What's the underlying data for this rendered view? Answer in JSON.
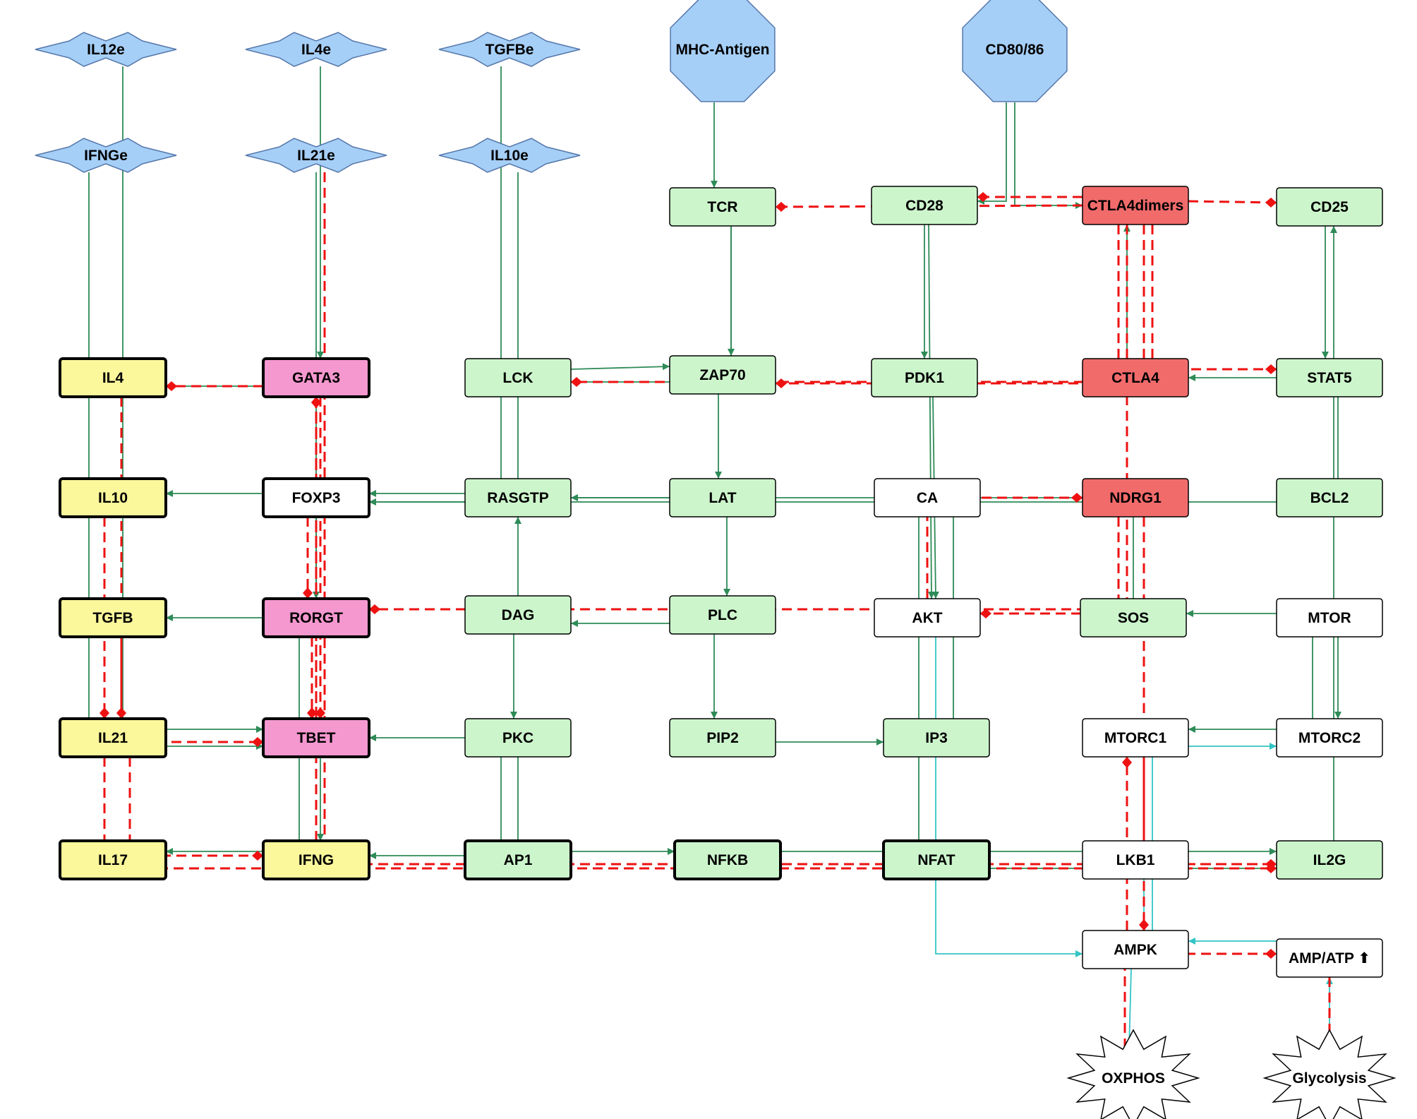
{
  "colors": {
    "blue": "#a6cff7",
    "green": "#ccf5cc",
    "yellow": "#fbf79b",
    "pink": "#f598cf",
    "red": "#f26b6b",
    "white": "#ffffff",
    "activation": "#2e8b57",
    "activation_dark": "#1a7a1a",
    "inhibition": "#ee1111",
    "metabolic": "#33c4c4"
  },
  "nodes": [
    {
      "id": "IL12e",
      "label": "IL12e",
      "shape": "star4",
      "fill": "blue"
    },
    {
      "id": "IL4e",
      "label": "IL4e",
      "shape": "star4",
      "fill": "blue"
    },
    {
      "id": "TGFBe",
      "label": "TGFBe",
      "shape": "star4",
      "fill": "blue"
    },
    {
      "id": "IFNGe",
      "label": "IFNGe",
      "shape": "star4",
      "fill": "blue"
    },
    {
      "id": "IL21e",
      "label": "IL21e",
      "shape": "star4",
      "fill": "blue"
    },
    {
      "id": "IL10e",
      "label": "IL10e",
      "shape": "star4",
      "fill": "blue"
    },
    {
      "id": "MHCAntigen",
      "label": "MHC-Antigen",
      "shape": "octagon",
      "fill": "blue"
    },
    {
      "id": "CD8086",
      "label": "CD80/86",
      "shape": "octagon",
      "fill": "blue"
    },
    {
      "id": "TCR",
      "label": "TCR",
      "shape": "rect",
      "fill": "green"
    },
    {
      "id": "CD28",
      "label": "CD28",
      "shape": "rect",
      "fill": "green"
    },
    {
      "id": "CTLA4dimers",
      "label": "CTLA4dimers",
      "shape": "rect",
      "fill": "red"
    },
    {
      "id": "CD25",
      "label": "CD25",
      "shape": "rect",
      "fill": "green"
    },
    {
      "id": "IL4",
      "label": "IL4",
      "shape": "rect",
      "fill": "yellow",
      "bold": true
    },
    {
      "id": "GATA3",
      "label": "GATA3",
      "shape": "rect",
      "fill": "pink",
      "bold": true
    },
    {
      "id": "LCK",
      "label": "LCK",
      "shape": "rect",
      "fill": "green"
    },
    {
      "id": "ZAP70",
      "label": "ZAP70",
      "shape": "rect",
      "fill": "green"
    },
    {
      "id": "PDK1",
      "label": "PDK1",
      "shape": "rect",
      "fill": "green"
    },
    {
      "id": "CTLA4",
      "label": "CTLA4",
      "shape": "rect",
      "fill": "red"
    },
    {
      "id": "STAT5",
      "label": "STAT5",
      "shape": "rect",
      "fill": "green"
    },
    {
      "id": "IL10",
      "label": "IL10",
      "shape": "rect",
      "fill": "yellow",
      "bold": true
    },
    {
      "id": "FOXP3",
      "label": "FOXP3",
      "shape": "rect",
      "fill": "white",
      "bold": true
    },
    {
      "id": "RASGTP",
      "label": "RASGTP",
      "shape": "rect",
      "fill": "green"
    },
    {
      "id": "LAT",
      "label": "LAT",
      "shape": "rect",
      "fill": "green"
    },
    {
      "id": "CA",
      "label": "CA",
      "shape": "rect",
      "fill": "white"
    },
    {
      "id": "NDRG1",
      "label": "NDRG1",
      "shape": "rect",
      "fill": "red"
    },
    {
      "id": "BCL2",
      "label": "BCL2",
      "shape": "rect",
      "fill": "green"
    },
    {
      "id": "TGFB",
      "label": "TGFB",
      "shape": "rect",
      "fill": "yellow",
      "bold": true
    },
    {
      "id": "RORGT",
      "label": "RORGT",
      "shape": "rect",
      "fill": "pink",
      "bold": true
    },
    {
      "id": "DAG",
      "label": "DAG",
      "shape": "rect",
      "fill": "green"
    },
    {
      "id": "PLC",
      "label": "PLC",
      "shape": "rect",
      "fill": "green"
    },
    {
      "id": "AKT",
      "label": "AKT",
      "shape": "rect",
      "fill": "white"
    },
    {
      "id": "SOS",
      "label": "SOS",
      "shape": "rect",
      "fill": "green"
    },
    {
      "id": "MTOR",
      "label": "MTOR",
      "shape": "rect",
      "fill": "white"
    },
    {
      "id": "IL21",
      "label": "IL21",
      "shape": "rect",
      "fill": "yellow",
      "bold": true
    },
    {
      "id": "TBET",
      "label": "TBET",
      "shape": "rect",
      "fill": "pink",
      "bold": true
    },
    {
      "id": "PKC",
      "label": "PKC",
      "shape": "rect",
      "fill": "green"
    },
    {
      "id": "PIP2",
      "label": "PIP2",
      "shape": "rect",
      "fill": "green"
    },
    {
      "id": "IP3",
      "label": "IP3",
      "shape": "rect",
      "fill": "green"
    },
    {
      "id": "MTORC1",
      "label": "MTORC1",
      "shape": "rect",
      "fill": "white"
    },
    {
      "id": "MTORC2",
      "label": "MTORC2",
      "shape": "rect",
      "fill": "white"
    },
    {
      "id": "IL17",
      "label": "IL17",
      "shape": "rect",
      "fill": "yellow",
      "bold": true
    },
    {
      "id": "IFNG",
      "label": "IFNG",
      "shape": "rect",
      "fill": "yellow",
      "bold": true
    },
    {
      "id": "AP1",
      "label": "AP1",
      "shape": "rect",
      "fill": "green",
      "bold": true
    },
    {
      "id": "NFKB",
      "label": "NFKB",
      "shape": "rect",
      "fill": "green",
      "bold": true
    },
    {
      "id": "NFAT",
      "label": "NFAT",
      "shape": "rect",
      "fill": "green",
      "bold": true
    },
    {
      "id": "LKB1",
      "label": "LKB1",
      "shape": "rect",
      "fill": "white"
    },
    {
      "id": "IL2G",
      "label": "IL2G",
      "shape": "rect",
      "fill": "green"
    },
    {
      "id": "AMPK",
      "label": "AMPK",
      "shape": "rect",
      "fill": "white"
    },
    {
      "id": "AMPATP",
      "label": "AMP/ATP ⬆",
      "shape": "rect",
      "fill": "white"
    },
    {
      "id": "OXPHOS",
      "label": "OXPHOS",
      "shape": "burst",
      "fill": "white"
    },
    {
      "id": "Glycolysis",
      "label": "Glycolysis",
      "shape": "burst",
      "fill": "white"
    }
  ],
  "edges": [
    {
      "from": "MHCAntigen",
      "to": "TCR",
      "type": "act"
    },
    {
      "from": "CD8086",
      "to": "CD28",
      "type": "act"
    },
    {
      "from": "CD8086",
      "to": "CTLA4dimers",
      "type": "act"
    },
    {
      "from": "TCR",
      "to": "LCK",
      "type": "act"
    },
    {
      "from": "TCR",
      "to": "ZAP70",
      "type": "act"
    },
    {
      "from": "LCK",
      "to": "ZAP70",
      "type": "act"
    },
    {
      "from": "ZAP70",
      "to": "LAT",
      "type": "act"
    },
    {
      "from": "LAT",
      "to": "RASGTP",
      "type": "act"
    },
    {
      "from": "LAT",
      "to": "PLC",
      "type": "act"
    },
    {
      "from": "PLC",
      "to": "DAG",
      "type": "act"
    },
    {
      "from": "PLC",
      "to": "PIP2",
      "type": "act"
    },
    {
      "from": "DAG",
      "to": "PKC",
      "type": "act"
    },
    {
      "from": "DAG",
      "to": "RASGTP",
      "type": "act"
    },
    {
      "from": "PIP2",
      "to": "IP3",
      "type": "act"
    },
    {
      "from": "IP3",
      "to": "CA",
      "type": "act"
    },
    {
      "from": "PKC",
      "to": "NFKB",
      "type": "act"
    },
    {
      "from": "CA",
      "to": "NFAT",
      "type": "act"
    },
    {
      "from": "CD28",
      "to": "PDK1",
      "type": "act"
    },
    {
      "from": "CD28",
      "to": "AKT",
      "type": "act"
    },
    {
      "from": "PDK1",
      "to": "AKT",
      "type": "act"
    },
    {
      "from": "CTLA4",
      "to": "CTLA4dimers",
      "type": "act"
    },
    {
      "from": "CD25",
      "to": "STAT5",
      "type": "act"
    },
    {
      "from": "STAT5",
      "to": "CTLA4",
      "type": "act"
    },
    {
      "from": "STAT5",
      "to": "FOXP3",
      "type": "act"
    },
    {
      "from": "MTOR",
      "to": "MTORC2",
      "type": "act"
    },
    {
      "from": "MTOR",
      "to": "MTORC1",
      "type": "act"
    },
    {
      "from": "MTOR",
      "to": "SOS",
      "type": "act"
    },
    {
      "from": "SOS",
      "to": "RASGTP",
      "type": "act"
    },
    {
      "from": "IL2G",
      "to": "CD25",
      "type": "act"
    },
    {
      "from": "NFAT",
      "to": "IL2G",
      "type": "act"
    },
    {
      "from": "NFKB",
      "to": "IL2G",
      "type": "act"
    },
    {
      "from": "AP1",
      "to": "IFNG",
      "type": "act"
    },
    {
      "from": "AP1",
      "to": "TBET",
      "type": "act"
    },
    {
      "from": "TBET",
      "to": "IFNG",
      "type": "act"
    },
    {
      "from": "GATA3",
      "to": "IL4",
      "type": "act"
    },
    {
      "from": "RORGT",
      "to": "IL17",
      "type": "act"
    },
    {
      "from": "FOXP3",
      "to": "IL10",
      "type": "act"
    },
    {
      "from": "FOXP3",
      "to": "TGFB",
      "type": "act"
    },
    {
      "from": "IL4e",
      "to": "GATA3",
      "type": "act"
    },
    {
      "from": "IL12e",
      "to": "TBET",
      "type": "act"
    },
    {
      "from": "IFNGe",
      "to": "TBET",
      "type": "act"
    },
    {
      "from": "TGFBe",
      "to": "FOXP3",
      "type": "act"
    },
    {
      "from": "IL21e",
      "to": "RORGT",
      "type": "act"
    },
    {
      "from": "IL10e",
      "to": "FOXP3",
      "type": "act"
    },
    {
      "from": "LKB1",
      "to": "AMPK",
      "type": "met"
    },
    {
      "from": "AMPATP",
      "to": "AMPK",
      "type": "met"
    },
    {
      "from": "AMPK",
      "to": "OXPHOS",
      "type": "met"
    },
    {
      "from": "Glycolysis",
      "to": "AMPATP",
      "type": "met"
    },
    {
      "from": "AKT",
      "to": "AMPK",
      "type": "met"
    },
    {
      "from": "AMPK",
      "to": "MTORC2",
      "type": "met"
    },
    {
      "from": "CTLA4dimers",
      "to": "CD28",
      "type": "inh"
    },
    {
      "from": "CTLA4dimers",
      "to": "CD25",
      "type": "inh"
    },
    {
      "from": "CTLA4dimers",
      "to": "TCR",
      "type": "inh"
    },
    {
      "from": "CTLA4dimers",
      "to": "LCK",
      "type": "inh"
    },
    {
      "from": "CTLA4dimers",
      "to": "ZAP70",
      "type": "inh"
    },
    {
      "from": "CTLA4dimers",
      "to": "STAT5",
      "type": "inh"
    },
    {
      "from": "CTLA4dimers",
      "to": "AKT",
      "type": "inh"
    },
    {
      "from": "AKT",
      "to": "NDRG1",
      "type": "inh"
    },
    {
      "from": "NDRG1",
      "to": "IL2G",
      "type": "inh"
    },
    {
      "from": "MTORC1",
      "to": "AMPK",
      "type": "inh"
    },
    {
      "from": "AMPK",
      "to": "MTORC1",
      "type": "inh"
    },
    {
      "from": "OXPHOS",
      "to": "AMPATP",
      "type": "inh"
    },
    {
      "from": "AMPATP",
      "to": "Glycolysis",
      "type": "inh"
    },
    {
      "from": "IL21e",
      "to": "IL2G",
      "type": "inh"
    },
    {
      "from": "IL21",
      "to": "IL2G",
      "type": "inh"
    },
    {
      "from": "FOXP3",
      "to": "RORGT",
      "type": "inh"
    },
    {
      "from": "RORGT",
      "to": "TBET",
      "type": "inh"
    },
    {
      "from": "TBET",
      "to": "GATA3",
      "type": "inh"
    },
    {
      "from": "GATA3",
      "to": "TBET",
      "type": "inh"
    },
    {
      "from": "IL4",
      "to": "IL21",
      "type": "inh"
    },
    {
      "from": "IL10",
      "to": "IL21",
      "type": "inh"
    },
    {
      "from": "IL21",
      "to": "IFNG",
      "type": "inh"
    },
    {
      "from": "IFNG",
      "to": "GATA3",
      "type": "inh"
    },
    {
      "from": "TGFB",
      "to": "TBET",
      "type": "inh"
    },
    {
      "from": "GATA3",
      "to": "IL4",
      "type": "inh"
    },
    {
      "from": "NDRG1",
      "to": "RORGT",
      "type": "inh"
    }
  ]
}
